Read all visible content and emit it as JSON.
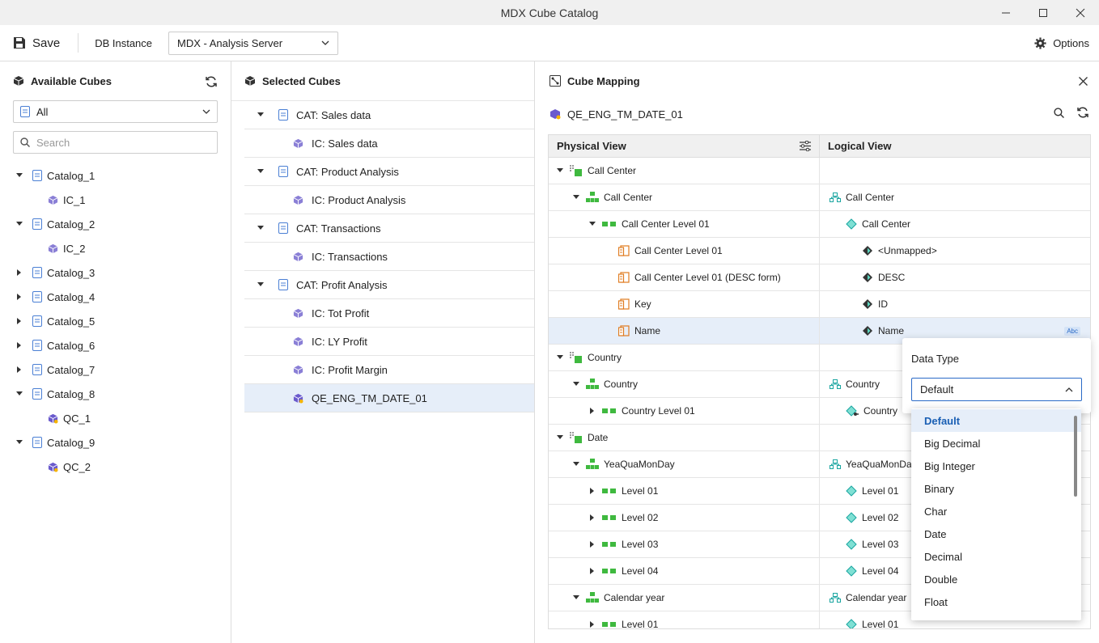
{
  "window": {
    "title": "MDX Cube Catalog"
  },
  "toolbar": {
    "save": "Save",
    "db_instance": "DB Instance",
    "server": "MDX - Analysis Server",
    "options": "Options"
  },
  "left": {
    "title": "Available Cubes",
    "filter": "All",
    "search_placeholder": "Search",
    "items": [
      {
        "label": "Catalog_1",
        "open": true,
        "children": [
          "IC_1"
        ],
        "ctype": "ic"
      },
      {
        "label": "Catalog_2",
        "open": true,
        "children": [
          "IC_2"
        ],
        "ctype": "ic"
      },
      {
        "label": "Catalog_3",
        "open": false,
        "children": []
      },
      {
        "label": "Catalog_4",
        "open": false,
        "children": []
      },
      {
        "label": "Catalog_5",
        "open": false,
        "children": []
      },
      {
        "label": "Catalog_6",
        "open": false,
        "children": []
      },
      {
        "label": "Catalog_7",
        "open": false,
        "children": []
      },
      {
        "label": "Catalog_8",
        "open": true,
        "children": [
          "QC_1"
        ],
        "ctype": "qc"
      },
      {
        "label": "Catalog_9",
        "open": true,
        "children": [
          "QC_2"
        ],
        "ctype": "qc"
      }
    ]
  },
  "middle": {
    "title": "Selected Cubes",
    "rows": [
      {
        "label": "CAT: Sales data",
        "kind": "cat"
      },
      {
        "label": "IC: Sales data",
        "kind": "ic"
      },
      {
        "label": "CAT: Product Analysis",
        "kind": "cat"
      },
      {
        "label": "IC: Product Analysis",
        "kind": "ic"
      },
      {
        "label": "CAT: Transactions",
        "kind": "cat"
      },
      {
        "label": "IC: Transactions",
        "kind": "ic"
      },
      {
        "label": "CAT: Profit Analysis",
        "kind": "cat"
      },
      {
        "label": "IC: Tot Profit",
        "kind": "ic"
      },
      {
        "label": "IC: LY Profit",
        "kind": "ic"
      },
      {
        "label": "IC: Profit Margin",
        "kind": "ic"
      },
      {
        "label": "QE_ENG_TM_DATE_01",
        "kind": "qc",
        "selected": true
      }
    ]
  },
  "right": {
    "title": "Cube Mapping",
    "cube": "QE_ENG_TM_DATE_01",
    "col_physical": "Physical View",
    "col_logical": "Logical View",
    "rows": [
      {
        "p": "Call Center",
        "pi": "dim",
        "lvl": 0,
        "caret": "open",
        "l": "",
        "li": ""
      },
      {
        "p": "Call Center",
        "pi": "hier",
        "lvl": 1,
        "caret": "open",
        "l": "Call Center",
        "li": "hier"
      },
      {
        "p": "Call Center Level 01",
        "pi": "level",
        "lvl": 2,
        "caret": "open",
        "l": "Call Center",
        "li": "diamond"
      },
      {
        "p": "Call Center Level 01",
        "pi": "attr",
        "lvl": 3,
        "caret": "",
        "l": "<Unmapped>",
        "li": "attrd"
      },
      {
        "p": "Call Center Level 01 (DESC form)",
        "pi": "attr",
        "lvl": 3,
        "caret": "",
        "l": "DESC",
        "li": "attrd"
      },
      {
        "p": "Key",
        "pi": "attr",
        "lvl": 3,
        "caret": "",
        "l": "ID",
        "li": "attrd"
      },
      {
        "p": "Name",
        "pi": "attr",
        "lvl": 3,
        "caret": "",
        "l": "Name",
        "li": "attrd",
        "selected": true,
        "badge": "Abc"
      },
      {
        "p": "Country",
        "pi": "dim",
        "lvl": 0,
        "caret": "open",
        "l": "",
        "li": ""
      },
      {
        "p": "Country",
        "pi": "hier",
        "lvl": 1,
        "caret": "open",
        "l": "Country",
        "li": "hier"
      },
      {
        "p": "Country Level 01",
        "pi": "level",
        "lvl": 2,
        "caret": "closed",
        "l": "Country",
        "li": "diamondk"
      },
      {
        "p": "Date",
        "pi": "dim",
        "lvl": 0,
        "caret": "open",
        "l": "",
        "li": ""
      },
      {
        "p": "YeaQuaMonDay",
        "pi": "hier",
        "lvl": 1,
        "caret": "open",
        "l": "YeaQuaMonDay",
        "li": "hier"
      },
      {
        "p": "Level 01",
        "pi": "level",
        "lvl": 2,
        "caret": "closed",
        "l": "Level 01",
        "li": "diamond"
      },
      {
        "p": "Level 02",
        "pi": "level",
        "lvl": 2,
        "caret": "closed",
        "l": "Level 02",
        "li": "diamond"
      },
      {
        "p": "Level 03",
        "pi": "level",
        "lvl": 2,
        "caret": "closed",
        "l": "Level 03",
        "li": "diamond"
      },
      {
        "p": "Level 04",
        "pi": "level",
        "lvl": 2,
        "caret": "closed",
        "l": "Level 04",
        "li": "diamond"
      },
      {
        "p": "Calendar year",
        "pi": "hier",
        "lvl": 1,
        "caret": "open",
        "l": "Calendar year",
        "li": "hier"
      },
      {
        "p": "Level 01",
        "pi": "level",
        "lvl": 2,
        "caret": "closed",
        "l": "Level 01",
        "li": "diamond"
      }
    ]
  },
  "datatype": {
    "label": "Data Type",
    "value": "Default",
    "options": [
      "Default",
      "Big Decimal",
      "Big Integer",
      "Binary",
      "Char",
      "Date",
      "Decimal",
      "Double",
      "Float"
    ]
  }
}
